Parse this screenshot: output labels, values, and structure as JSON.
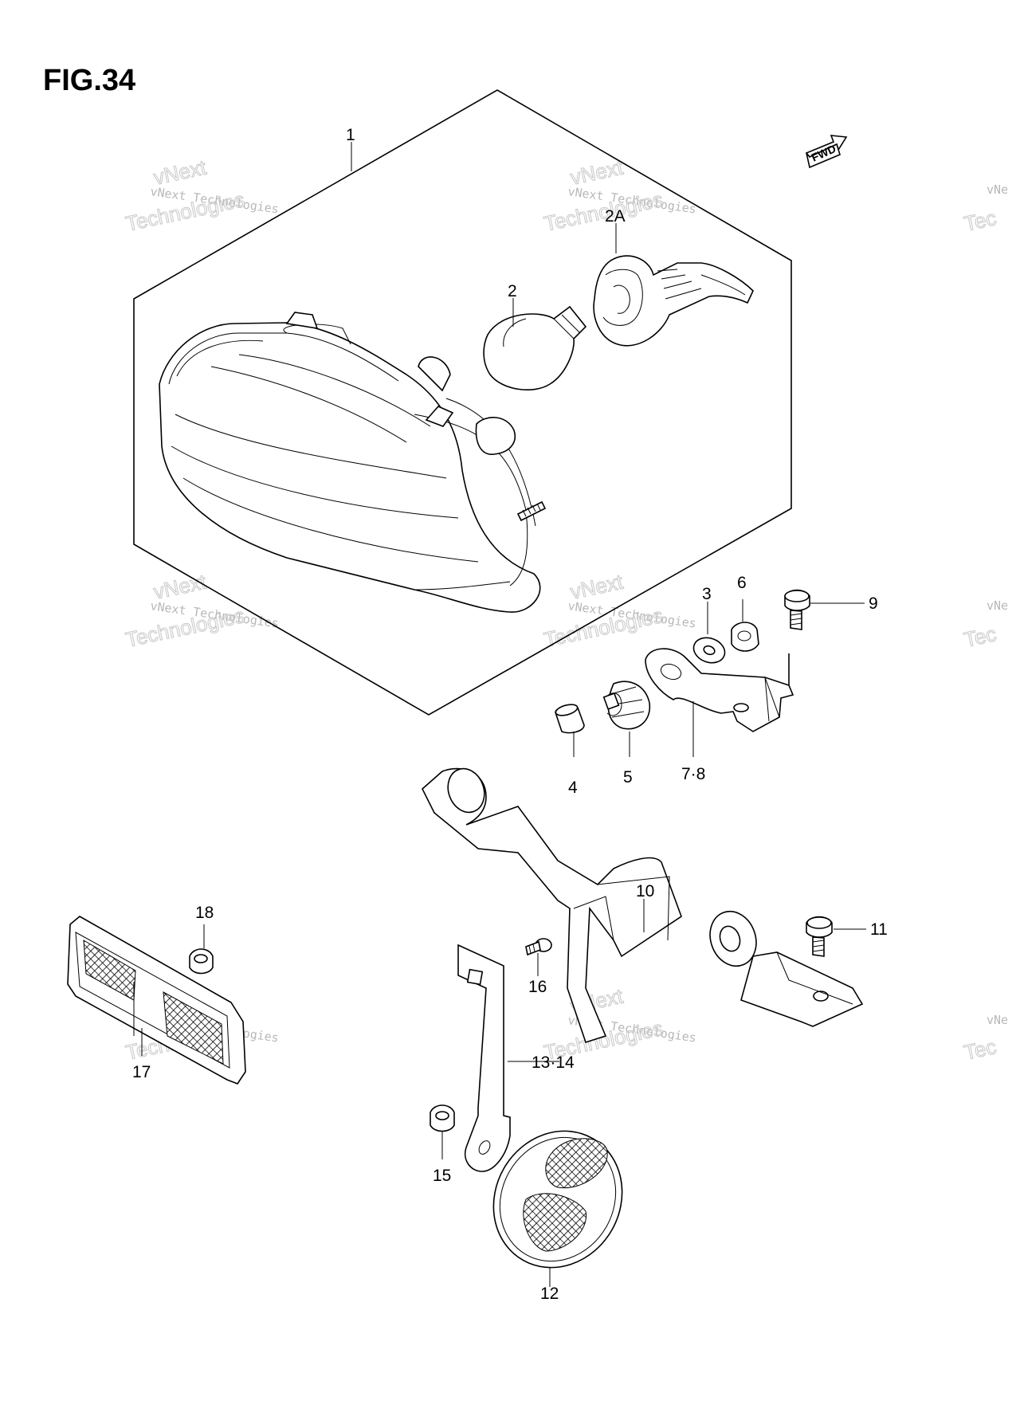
{
  "figure": {
    "title": "FIG.34",
    "fwd_label": "FWD"
  },
  "watermark": {
    "line1": "vNext Technologies",
    "line2": "vNext",
    "line3": "Technologies",
    "edge": "vNe",
    "edge_big": "Tec"
  },
  "callouts": {
    "p1": "1",
    "p2": "2",
    "p2a": "2A",
    "p3": "3",
    "p4": "4",
    "p5": "5",
    "p6": "6",
    "p78": "7·8",
    "p9": "9",
    "p10": "10",
    "p11": "11",
    "p12": "12",
    "p1314": "13·14",
    "p15": "15",
    "p16": "16",
    "p17": "17",
    "p18": "18"
  }
}
